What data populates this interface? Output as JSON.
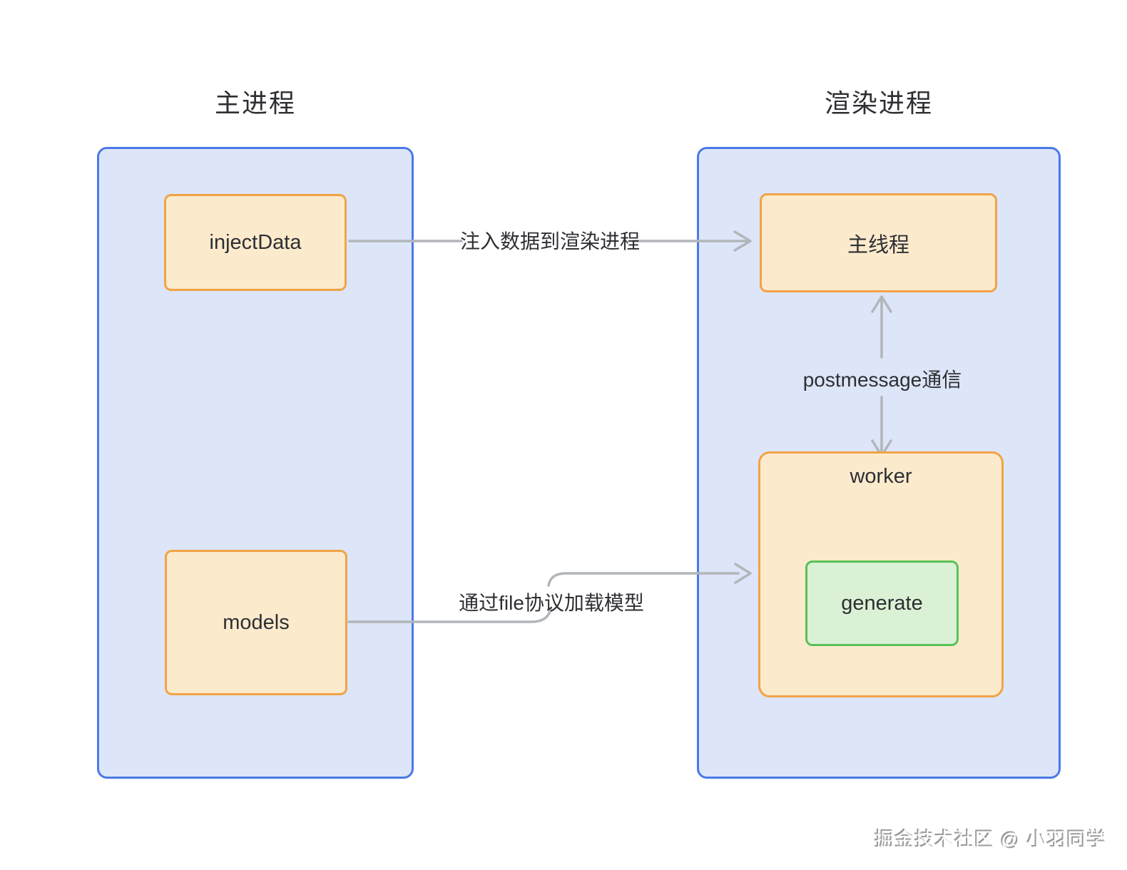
{
  "titles": {
    "main_process": "主进程",
    "render_process": "渲染进程"
  },
  "main_process": {
    "inject_data": "injectData",
    "models": "models"
  },
  "render_process": {
    "main_thread": "主线程",
    "worker": "worker",
    "generate": "generate"
  },
  "edges": {
    "inject_to_main_thread": "注入数据到渲染进程",
    "postmessage": "postmessage通信",
    "load_model": "通过file协议加载模型"
  },
  "watermark": "掘金技术社区 @ 小羽同学",
  "colors": {
    "panel-border": "#4a79e8",
    "panel-fill": "#dde5f8",
    "node-border": "#f2a345",
    "node-fill": "#fceacd",
    "green-border": "#57c257",
    "green-fill": "#dbf1d5",
    "arrow": "#b2b6ba",
    "text": "#2d2f33"
  }
}
